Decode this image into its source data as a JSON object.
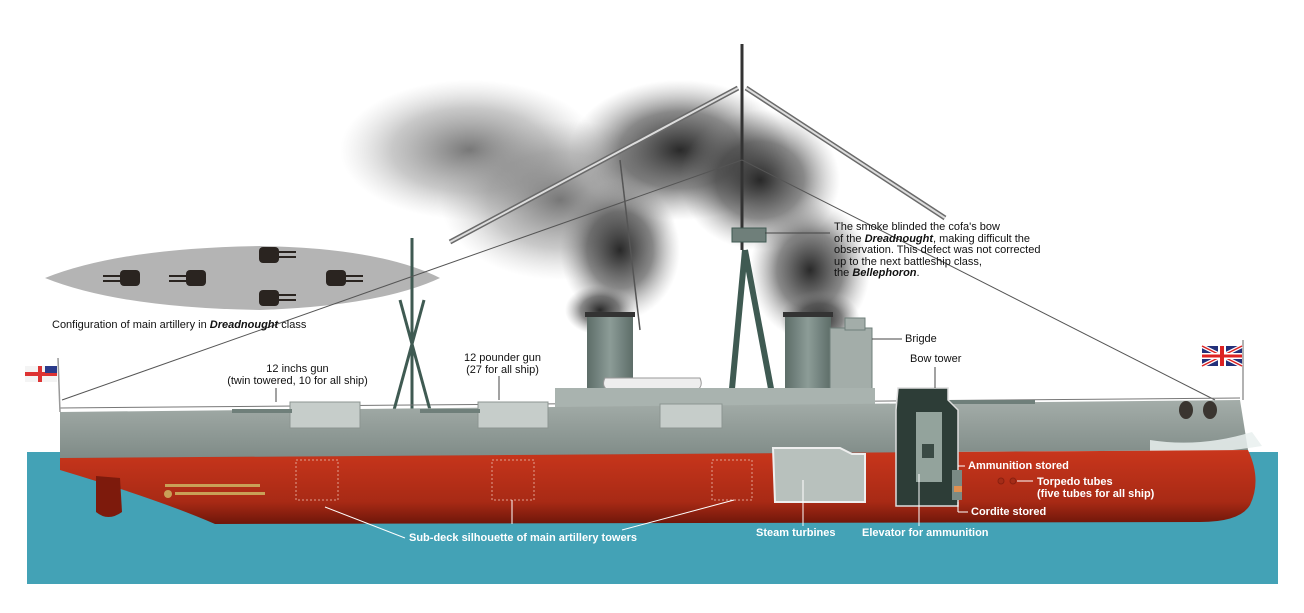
{
  "title": "Dreadnought battleship cutaway",
  "colors": {
    "sea": "#43a2b6",
    "hull_red": "#b9301a",
    "hull_red_dark": "#7d1a0c",
    "upper_hull": "#8e9a96",
    "superstructure": "#a7b1ad",
    "funnel": "#6f7f7a",
    "smoke": "#2a2a2a",
    "plan_silhouette": "#b4b4b4",
    "turret": "#2a2420",
    "label_white": "#ffffff",
    "label_dark": "#111111"
  },
  "plan_view": {
    "caption_prefix": "Configuration of main artillery in ",
    "caption_italic": "Dreadnought",
    "caption_suffix": " class",
    "turret_count": 5
  },
  "labels": {
    "smoke_note": {
      "line1": "The smoke blinded the cofa's bow",
      "line2_prefix": "of the ",
      "line2_italic": "Dreadnought",
      "line2_suffix": ", making difficult the",
      "line3": "observation. This defect was not corrected",
      "line4": "up to the next battleship class,",
      "line5_prefix": "the ",
      "line5_italic": "Bellephoron",
      "line5_suffix": "."
    },
    "gun_12inch": {
      "line1": "12 inchs gun",
      "line2": "(twin towered, 10 for all ship)"
    },
    "gun_12pounder": {
      "line1": "12 pounder gun",
      "line2": "(27 for all ship)"
    },
    "bridge": "Brigde",
    "bow_tower": "Bow tower",
    "ammunition_stored": "Ammunition stored",
    "torpedo_tubes": {
      "line1": "Torpedo tubes",
      "line2": "(five tubes for all ship)"
    },
    "cordite_stored": "Cordite stored",
    "sub_deck": "Sub-deck silhouette of main artillery towers",
    "steam_turbines": "Steam turbines",
    "elevator": "Elevator for ammunition"
  },
  "flags": {
    "stern": "white-ensign",
    "bow": "union-jack"
  }
}
